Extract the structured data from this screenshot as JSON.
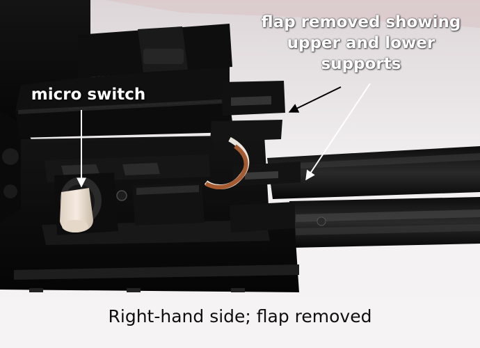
{
  "callouts": {
    "flap_removed": {
      "lines": [
        "flap removed showing",
        "upper and lower",
        "supports"
      ]
    },
    "micro_switch": "micro switch"
  },
  "caption": "Right-hand side; flap removed",
  "colors": {
    "background": "#f5f3f4",
    "callout_text": "#ffffff",
    "caption_text": "#0f0f0f"
  }
}
